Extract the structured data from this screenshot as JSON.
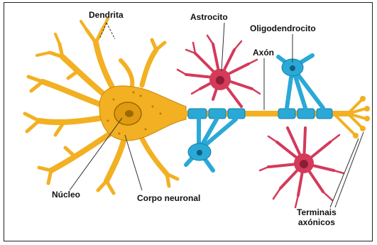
{
  "labels": {
    "dendrita": "Dendrita",
    "astrocito": "Astrocito",
    "oligodendrocito": "Oligodendrocito",
    "axon": "Axón",
    "nucleo": "Núcleo",
    "corpo_neuronal": "Corpo neuronal",
    "terminais_line1": "Terminais",
    "terminais_line2": "axónicos"
  },
  "colors": {
    "neuron": "#f2b022",
    "neuron_outline": "#c98a0c",
    "astrocyte": "#d43a5a",
    "oligodendrocyte": "#2aa9d6",
    "oligodendrocyte_outline": "#177fa6",
    "pointer_lines": "#333333"
  }
}
